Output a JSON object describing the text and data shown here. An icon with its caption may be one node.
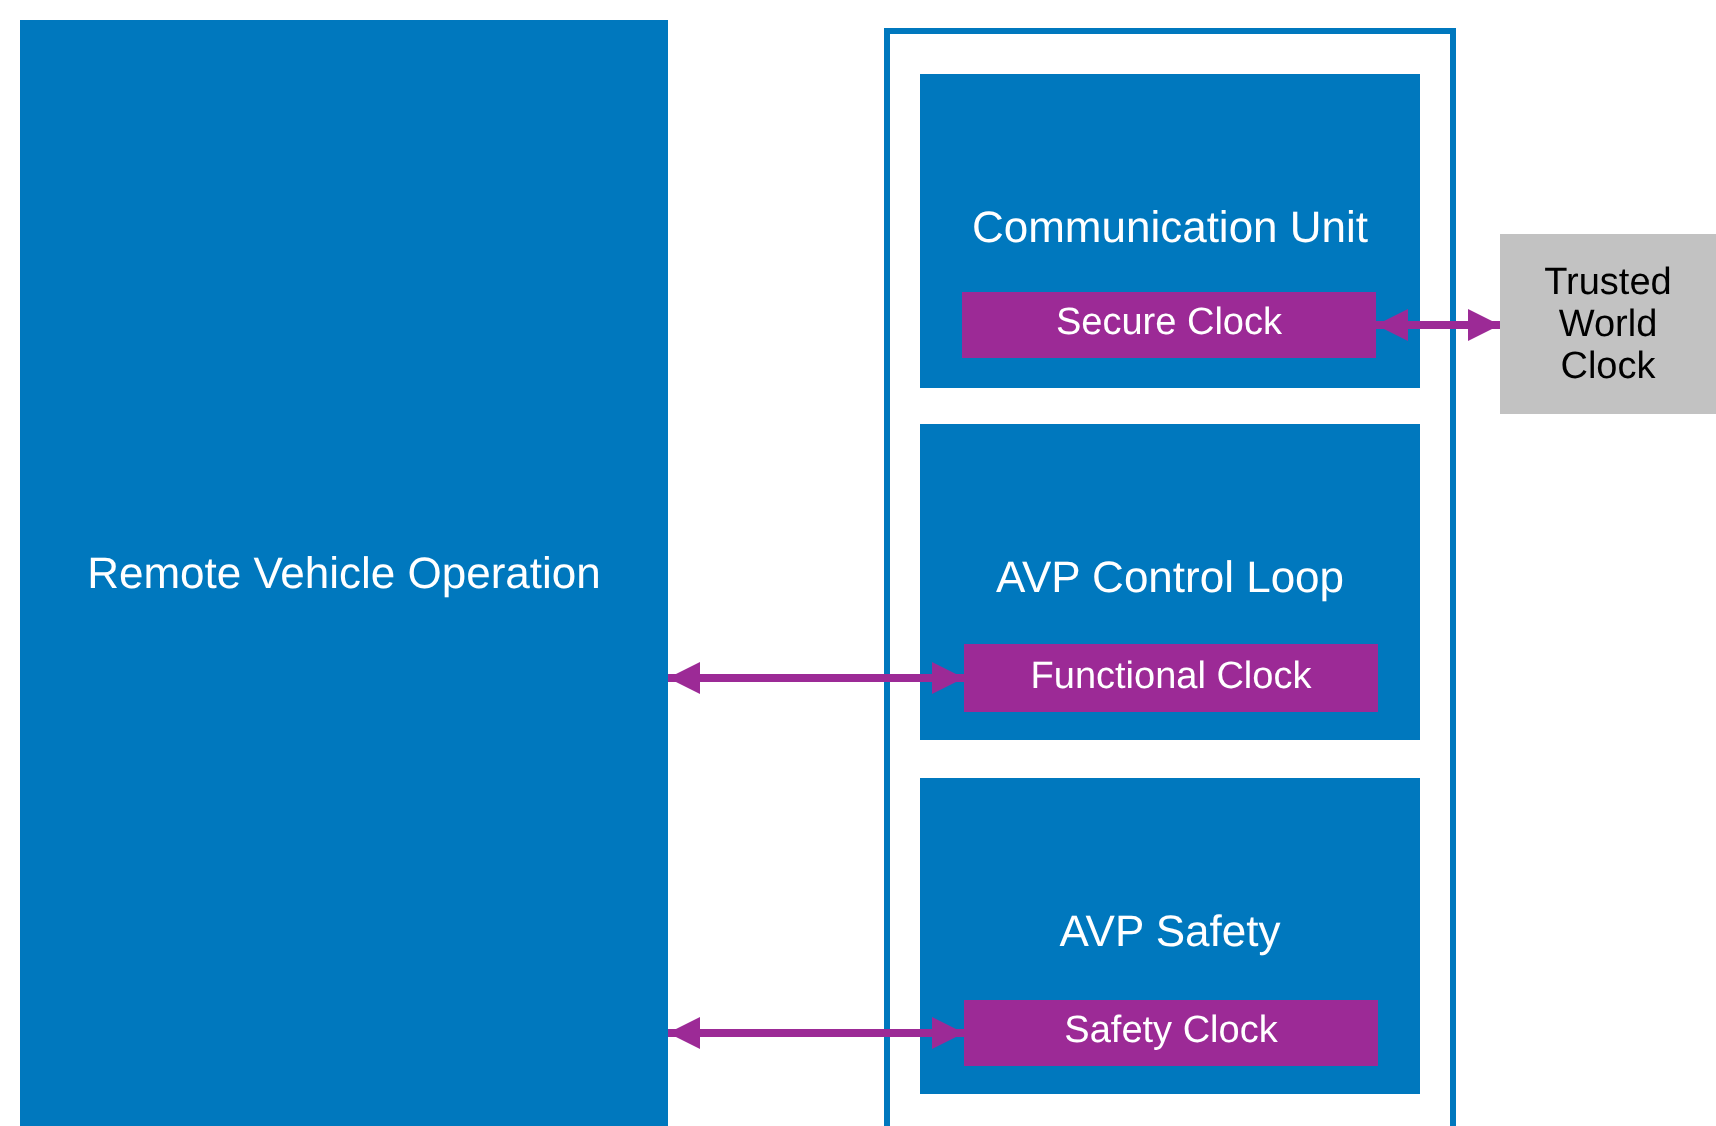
{
  "diagram": {
    "nodes": [
      {
        "text": [
          "Remote Vehicle Operation"
        ]
      },
      {
        "text": [],
        "shape": "box"
      },
      {
        "text": [
          "Communication Unit"
        ],
        "in": 1
      },
      {
        "text": [
          "Secure Clock"
        ],
        "in": 2
      },
      {
        "text": [
          "AVP Control Loop"
        ],
        "in": 1
      },
      {
        "text": [
          "Functional Clock"
        ],
        "in": 4
      },
      {
        "text": [
          "AVP Safety"
        ],
        "in": 1
      },
      {
        "text": [
          "Safety Clock"
        ],
        "in": 6
      },
      {
        "text": [
          "Trusted World Clock"
        ]
      }
    ],
    "edges": [
      {
        "from": 3,
        "to": 8,
        "arrow": "both"
      },
      {
        "from": 0,
        "to": 5,
        "arrow": "both"
      },
      {
        "from": 0,
        "to": 7,
        "arrow": "both"
      }
    ]
  }
}
